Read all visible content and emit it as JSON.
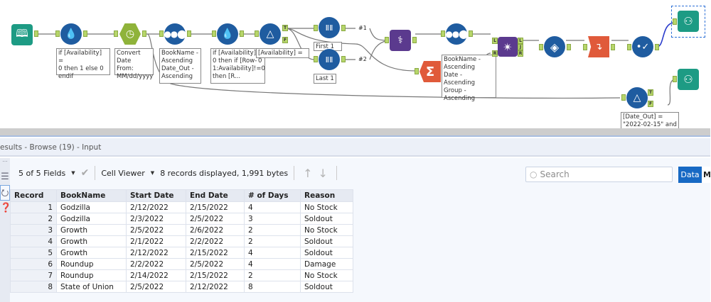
{
  "workflow": {
    "tools": [
      {
        "id": "input",
        "kind": "input-data",
        "color": "#1d9b84"
      },
      {
        "id": "formula1",
        "kind": "formula",
        "annotation": "if [Availability] =\n0 then 1 else 0\nendif"
      },
      {
        "id": "datetime",
        "kind": "datetime",
        "color": "#8fb33a",
        "annotation": "Convert Date\nFrom:\nMM/dd/yyyy"
      },
      {
        "id": "sort1",
        "kind": "sort",
        "annotation": "BookName -\nAscending\nDate_Out -\nAscending"
      },
      {
        "id": "formula2",
        "kind": "formula",
        "annotation": "if [Availability]\n0 then if [Row-\n1:Availability]!=0\nthen [R..."
      },
      {
        "id": "filter1",
        "kind": "filter",
        "annotation": "[Availability] = 0"
      },
      {
        "id": "sample-first",
        "kind": "sample",
        "annotation": "First 1"
      },
      {
        "id": "sample-last",
        "kind": "sample",
        "annotation": "Last 1"
      },
      {
        "id": "union",
        "kind": "union",
        "color": "#5b3a8e"
      },
      {
        "id": "summarize",
        "kind": "summarize",
        "color": "#e05a3a"
      },
      {
        "id": "sort2",
        "kind": "sort",
        "annotation": "BookName -\nAscending\nDate - Ascending\nGroup -\nAscending"
      },
      {
        "id": "join",
        "kind": "join",
        "color": "#5b3a8e"
      },
      {
        "id": "crosstab",
        "kind": "cross-tab"
      },
      {
        "id": "transpose",
        "kind": "transpose",
        "color": "#e05a3a"
      },
      {
        "id": "select",
        "kind": "select"
      },
      {
        "id": "browse1",
        "kind": "browse",
        "color": "#1d9b84",
        "selected": true
      },
      {
        "id": "filter2",
        "kind": "filter",
        "annotation": "[Date_Out] =\n\"2022-02-15\" and"
      },
      {
        "id": "browse2",
        "kind": "browse",
        "color": "#1d9b84"
      }
    ],
    "wire_labels": {
      "first": "#1",
      "second": "#2"
    },
    "anchor_labels": {
      "true": "T",
      "false": "F",
      "left": "L",
      "join": "J",
      "right": "R"
    }
  },
  "results": {
    "title": "esults - Browse (19) - Input",
    "toolbar": {
      "fields_label": "5 of 5 Fields",
      "viewer_label": "Cell Viewer",
      "records_info": "8 records displayed, 1,991 bytes",
      "search_placeholder": "Search",
      "data_tab": "Data",
      "metadata_tab": "M"
    },
    "table": {
      "columns": [
        "Record",
        "BookName",
        "Start Date",
        "End Date",
        "# of Days",
        "Reason"
      ],
      "rows": [
        [
          "1",
          "Godzilla",
          "2/12/2022",
          "2/15/2022",
          "4",
          "No Stock"
        ],
        [
          "2",
          "Godzilla",
          "2/3/2022",
          "2/5/2022",
          "3",
          "Soldout"
        ],
        [
          "3",
          "Growth",
          "2/5/2022",
          "2/6/2022",
          "2",
          "No Stock"
        ],
        [
          "4",
          "Growth",
          "2/1/2022",
          "2/2/2022",
          "2",
          "Soldout"
        ],
        [
          "5",
          "Growth",
          "2/12/2022",
          "2/15/2022",
          "4",
          "Soldout"
        ],
        [
          "6",
          "Roundup",
          "2/2/2022",
          "2/5/2022",
          "4",
          "Damage"
        ],
        [
          "7",
          "Roundup",
          "2/14/2022",
          "2/15/2022",
          "2",
          "No Stock"
        ],
        [
          "8",
          "State of Union",
          "2/5/2022",
          "2/12/2022",
          "8",
          "Soldout"
        ]
      ]
    }
  }
}
